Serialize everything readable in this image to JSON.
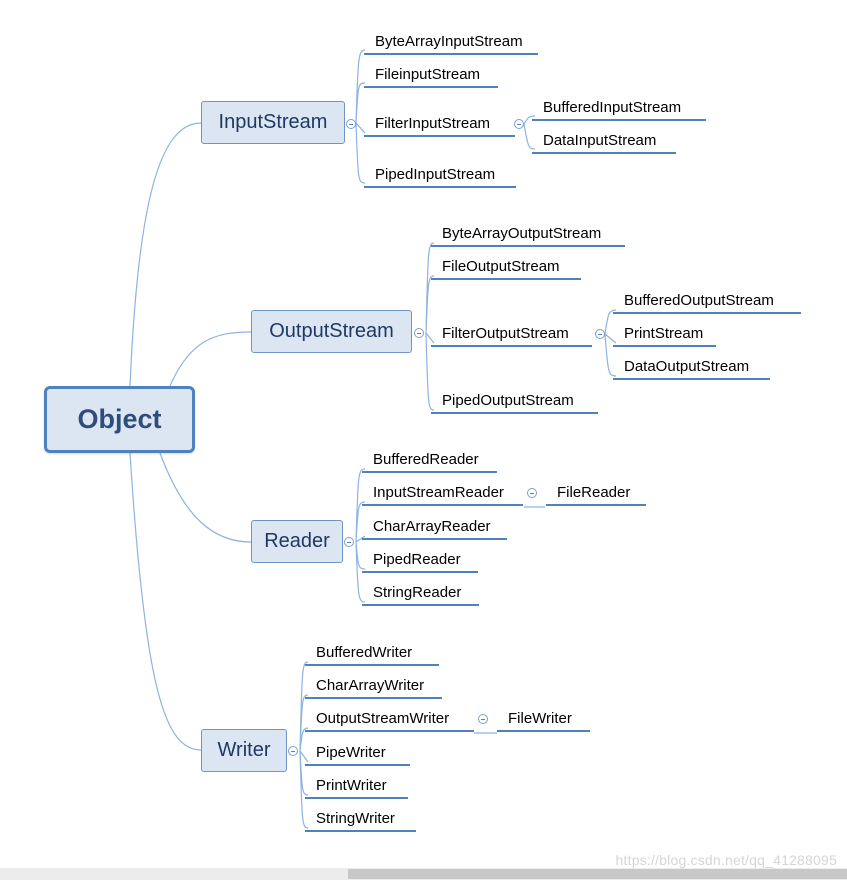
{
  "root": {
    "label": "Object"
  },
  "branches": {
    "inputstream": {
      "label": "InputStream",
      "children": [
        "ByteArrayInputStream",
        "FileinputStream",
        "FilterInputStream",
        "PipedInputStream"
      ],
      "filter_children": [
        "BufferedInputStream",
        "DataInputStream"
      ]
    },
    "outputstream": {
      "label": "OutputStream",
      "children": [
        "ByteArrayOutputStream",
        "FileOutputStream",
        "FilterOutputStream",
        "PipedOutputStream"
      ],
      "filter_children": [
        "BufferedOutputStream",
        "PrintStream",
        "DataOutputStream"
      ]
    },
    "reader": {
      "label": "Reader",
      "children": [
        "BufferedReader",
        "InputStreamReader",
        "CharArrayReader",
        "PipedReader",
        "StringReader"
      ],
      "isr_children": [
        "FileReader"
      ]
    },
    "writer": {
      "label": "Writer",
      "children": [
        "BufferedWriter",
        "CharArrayWriter",
        "OutputStreamWriter",
        "PipeWriter",
        "PrintWriter",
        "StringWriter"
      ],
      "osw_children": [
        "FileWriter"
      ]
    }
  },
  "watermark": "https://blog.csdn.net/qq_41288095",
  "colors": {
    "accent": "#4f81bd",
    "node_fill": "#dce6f2",
    "connector": "#8db3e2"
  }
}
